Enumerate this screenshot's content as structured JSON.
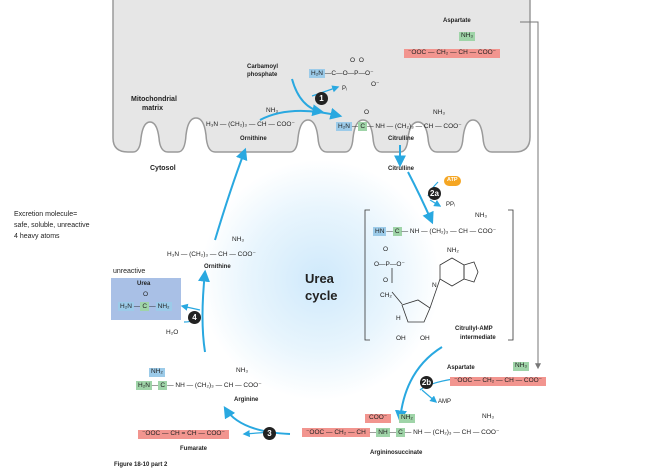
{
  "figure_caption": "Figure 18-10 part 2",
  "labels": {
    "mitochondrial_matrix_1": "Mitochondrial",
    "mitochondrial_matrix_2": "matrix",
    "cytosol": "Cytosol",
    "excretion_note_1": "Excretion molecule=",
    "excretion_note_2": "safe, soluble, unreactive",
    "excretion_note_3": "4 heavy atoms",
    "unreactive": "unreactive",
    "cycle_1": "Urea",
    "cycle_2": "cycle"
  },
  "molecules": {
    "carbamoyl_phosphate": {
      "name_1": "Carbamoyl",
      "name_2": "phosphate",
      "nh": "H₂N",
      "rest": "—C—O—P—O⁻",
      "top": "O       O",
      "bottom": "O⁻"
    },
    "ornithine_matrix": {
      "name": "Ornithine",
      "formula": "H₃N — (CH₂)₃ — CH — COO⁻",
      "top": "NH₃"
    },
    "citrulline_matrix": {
      "name": "Citrulline",
      "nh": "H₂N",
      "c": "C",
      "formula": "— NH — (CH₂)₃ — CH — COO⁻",
      "top_o": "O",
      "top_nh": "NH₃"
    },
    "aspartate_top": {
      "name": "Aspartate",
      "nh3": "NH₃",
      "formula": "⁻OOC — CH₂ — CH — COO⁻"
    },
    "citrulline_cytosol": {
      "name": "Citrulline"
    },
    "ornithine_cytosol": {
      "name": "Ornithine",
      "formula": "H₃N — (CH₂)₃ — CH — COO⁻",
      "top": "NH₃"
    },
    "urea": {
      "name": "Urea",
      "top": "O",
      "nh_left": "H₂N",
      "c": "C",
      "nh_right": "NH₂"
    },
    "water": {
      "formula": "H₂O"
    },
    "citrullyl_amp": {
      "name_1": "Citrullyl-AMP",
      "name_2": "intermediate",
      "hn": "HN",
      "c": "C",
      "formula": "— NH — (CH₂)₃ — CH — COO⁻",
      "top": "NH₃",
      "o_p": "O—P—O⁻",
      "o_bottom": "O",
      "ch2": "CH₂",
      "nh2": "NH₂",
      "n": "N",
      "h": "H",
      "oh": "OH"
    },
    "arginine": {
      "name": "Arginine",
      "nh2_top": "NH₂",
      "nh2": "H₂N",
      "c": "C",
      "formula": "— NH — (CH₂)₃ — CH — COO⁻",
      "top": "NH₃"
    },
    "aspartate_bottom": {
      "name": "Aspartate",
      "nh3": "NH₃",
      "formula": "⁻OOC — CH₂ — CH — COO⁻"
    },
    "fumarate": {
      "name": "Fumarate",
      "formula": "⁻OOC — CH = CH — COO⁻"
    },
    "argininosuccinate": {
      "name": "Argininosuccinate",
      "coo": "COO⁻",
      "left": "⁻OOC — CH₂ — CH",
      "nh": "NH",
      "c": "C",
      "nh_top": "NH₂",
      "formula": "— NH — (CH₂)₃ — CH — COO⁻",
      "top": "NH₃"
    }
  },
  "small": {
    "pi": "Pᵢ",
    "ppi": "PPᵢ",
    "amp": "AMP",
    "atp": "ATP"
  },
  "steps": {
    "s1": "1",
    "s2a": "2a",
    "s2b": "2b",
    "s3": "3",
    "s4": "4"
  },
  "colors": {
    "arrow": "#29a8e0",
    "pink": "#f2958f",
    "green": "#9fd4a8",
    "blue": "#9ccbe9",
    "urea_box": "#a9c0e6",
    "atp": "#f5a623"
  }
}
